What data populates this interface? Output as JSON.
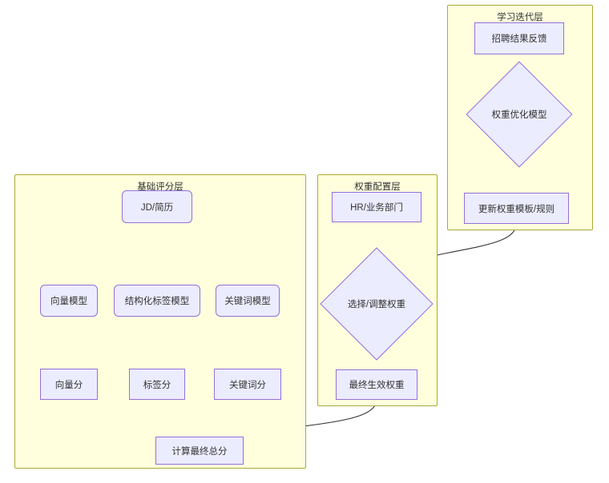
{
  "diagram": {
    "type": "flowchart",
    "direction": "top-down",
    "colors": {
      "subgraph_fill": "#ffffde",
      "subgraph_border": "#aaaa33",
      "node_fill": "#ececff",
      "node_border": "#9370db",
      "edge": "#333333",
      "text": "#333333",
      "background": "#ffffff"
    },
    "subgraphs": [
      {
        "id": "base",
        "title": "基础评分层"
      },
      {
        "id": "weight",
        "title": "权重配置层"
      },
      {
        "id": "learn",
        "title": "学习迭代层"
      }
    ],
    "nodes": [
      {
        "id": "jd",
        "label": "JD/简历",
        "shape": "rounded-rect",
        "group": "base"
      },
      {
        "id": "vecmodel",
        "label": "向量模型",
        "shape": "rounded-rect",
        "group": "base"
      },
      {
        "id": "tagmodel",
        "label": "结构化标签模型",
        "shape": "rounded-rect",
        "group": "base"
      },
      {
        "id": "kwmodel",
        "label": "关键词模型",
        "shape": "rounded-rect",
        "group": "base"
      },
      {
        "id": "vecscore",
        "label": "向量分",
        "shape": "rect",
        "group": "base"
      },
      {
        "id": "tagscore",
        "label": "标签分",
        "shape": "rect",
        "group": "base"
      },
      {
        "id": "kwscore",
        "label": "关键词分",
        "shape": "rect",
        "group": "base"
      },
      {
        "id": "total",
        "label": "计算最终总分",
        "shape": "rect",
        "group": "base"
      },
      {
        "id": "hr",
        "label": "HR/业务部门",
        "shape": "rect",
        "group": "weight"
      },
      {
        "id": "adjust",
        "label": "选择/调整权重",
        "shape": "diamond",
        "group": "weight"
      },
      {
        "id": "finalw",
        "label": "最终生效权重",
        "shape": "rect",
        "group": "weight"
      },
      {
        "id": "feedback",
        "label": "招聘结果反馈",
        "shape": "rect",
        "group": "learn"
      },
      {
        "id": "optmodel",
        "label": "权重优化模型",
        "shape": "diamond",
        "group": "learn"
      },
      {
        "id": "updatew",
        "label": "更新权重模板/规则",
        "shape": "rect",
        "group": "learn"
      }
    ],
    "edges": [
      {
        "from": "jd",
        "to": "vecmodel"
      },
      {
        "from": "jd",
        "to": "tagmodel"
      },
      {
        "from": "jd",
        "to": "kwmodel"
      },
      {
        "from": "vecmodel",
        "to": "vecscore"
      },
      {
        "from": "tagmodel",
        "to": "tagscore"
      },
      {
        "from": "kwmodel",
        "to": "kwscore"
      },
      {
        "from": "vecscore",
        "to": "total"
      },
      {
        "from": "tagscore",
        "to": "total"
      },
      {
        "from": "kwscore",
        "to": "total"
      },
      {
        "from": "hr",
        "to": "adjust"
      },
      {
        "from": "adjust",
        "to": "finalw"
      },
      {
        "from": "finalw",
        "to": "total"
      },
      {
        "from": "feedback",
        "to": "optmodel"
      },
      {
        "from": "optmodel",
        "to": "updatew"
      },
      {
        "from": "updatew",
        "to": "adjust"
      }
    ]
  }
}
